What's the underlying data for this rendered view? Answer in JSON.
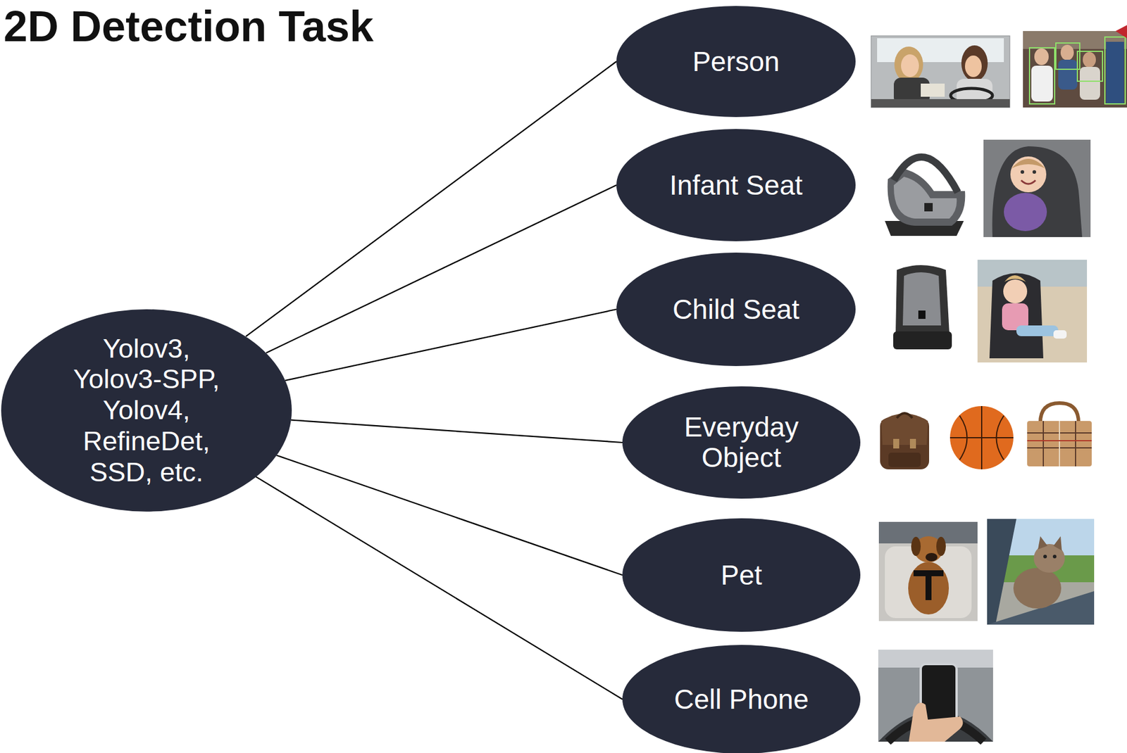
{
  "diagram": {
    "title": "2D Detection Task",
    "nodes": [
      {
        "text": [
          "Yolov3, Yolov3-SPP, Yolov4, RefineDet, SSD, etc."
        ]
      },
      {
        "text": [
          "Person"
        ]
      },
      {
        "text": [
          "Infant Seat"
        ]
      },
      {
        "text": [
          "Child Seat"
        ]
      },
      {
        "text": [
          "Everyday Object"
        ]
      },
      {
        "text": [
          "Pet"
        ]
      },
      {
        "text": [
          "Cell Phone"
        ]
      }
    ],
    "edges": [
      {
        "from": 0,
        "to": 1,
        "arrow": "none"
      },
      {
        "from": 0,
        "to": 2,
        "arrow": "none"
      },
      {
        "from": 0,
        "to": 3,
        "arrow": "none"
      },
      {
        "from": 0,
        "to": 4,
        "arrow": "none"
      },
      {
        "from": 0,
        "to": 5,
        "arrow": "none"
      },
      {
        "from": 0,
        "to": 6,
        "arrow": "none"
      }
    ]
  }
}
